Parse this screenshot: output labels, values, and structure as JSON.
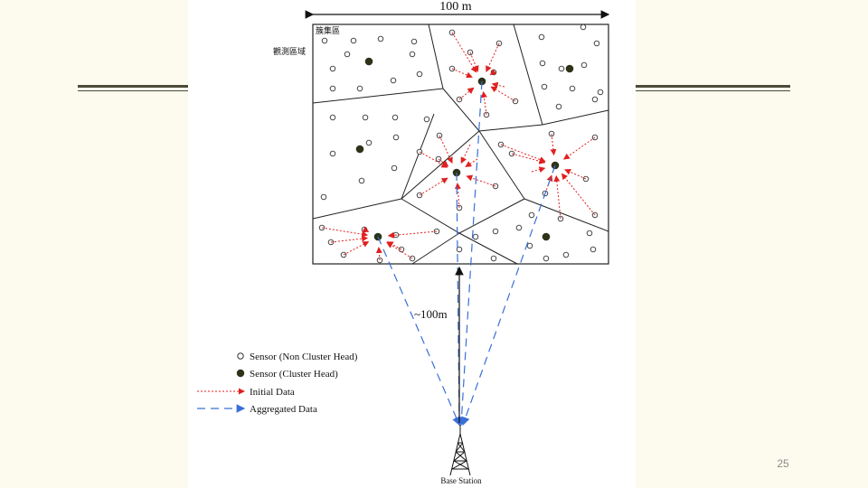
{
  "slide": {
    "page_number": "25",
    "background": "#fdfbee",
    "rule_color": "#4b4b3a"
  },
  "diagram": {
    "width_label": "100 m",
    "region_label_top": "簇集區",
    "region_label_side": "觀測區域",
    "distance_label": "~100m",
    "base_station_label": "Base Station",
    "colors": {
      "initial_data": "#e02020",
      "aggregated_data": "#3a6fd8",
      "cluster_head": "#2c3318",
      "sensor": "#333333"
    },
    "legend": [
      {
        "symbol": "sensor-circle",
        "label": "Sensor (Non Cluster Head)"
      },
      {
        "symbol": "cluster-head-dot",
        "label": "Sensor (Cluster Head)"
      },
      {
        "symbol": "red-dotted-arrow",
        "label": "Initial Data"
      },
      {
        "symbol": "blue-dashed-arrow",
        "label": "Aggregated Data"
      }
    ]
  }
}
